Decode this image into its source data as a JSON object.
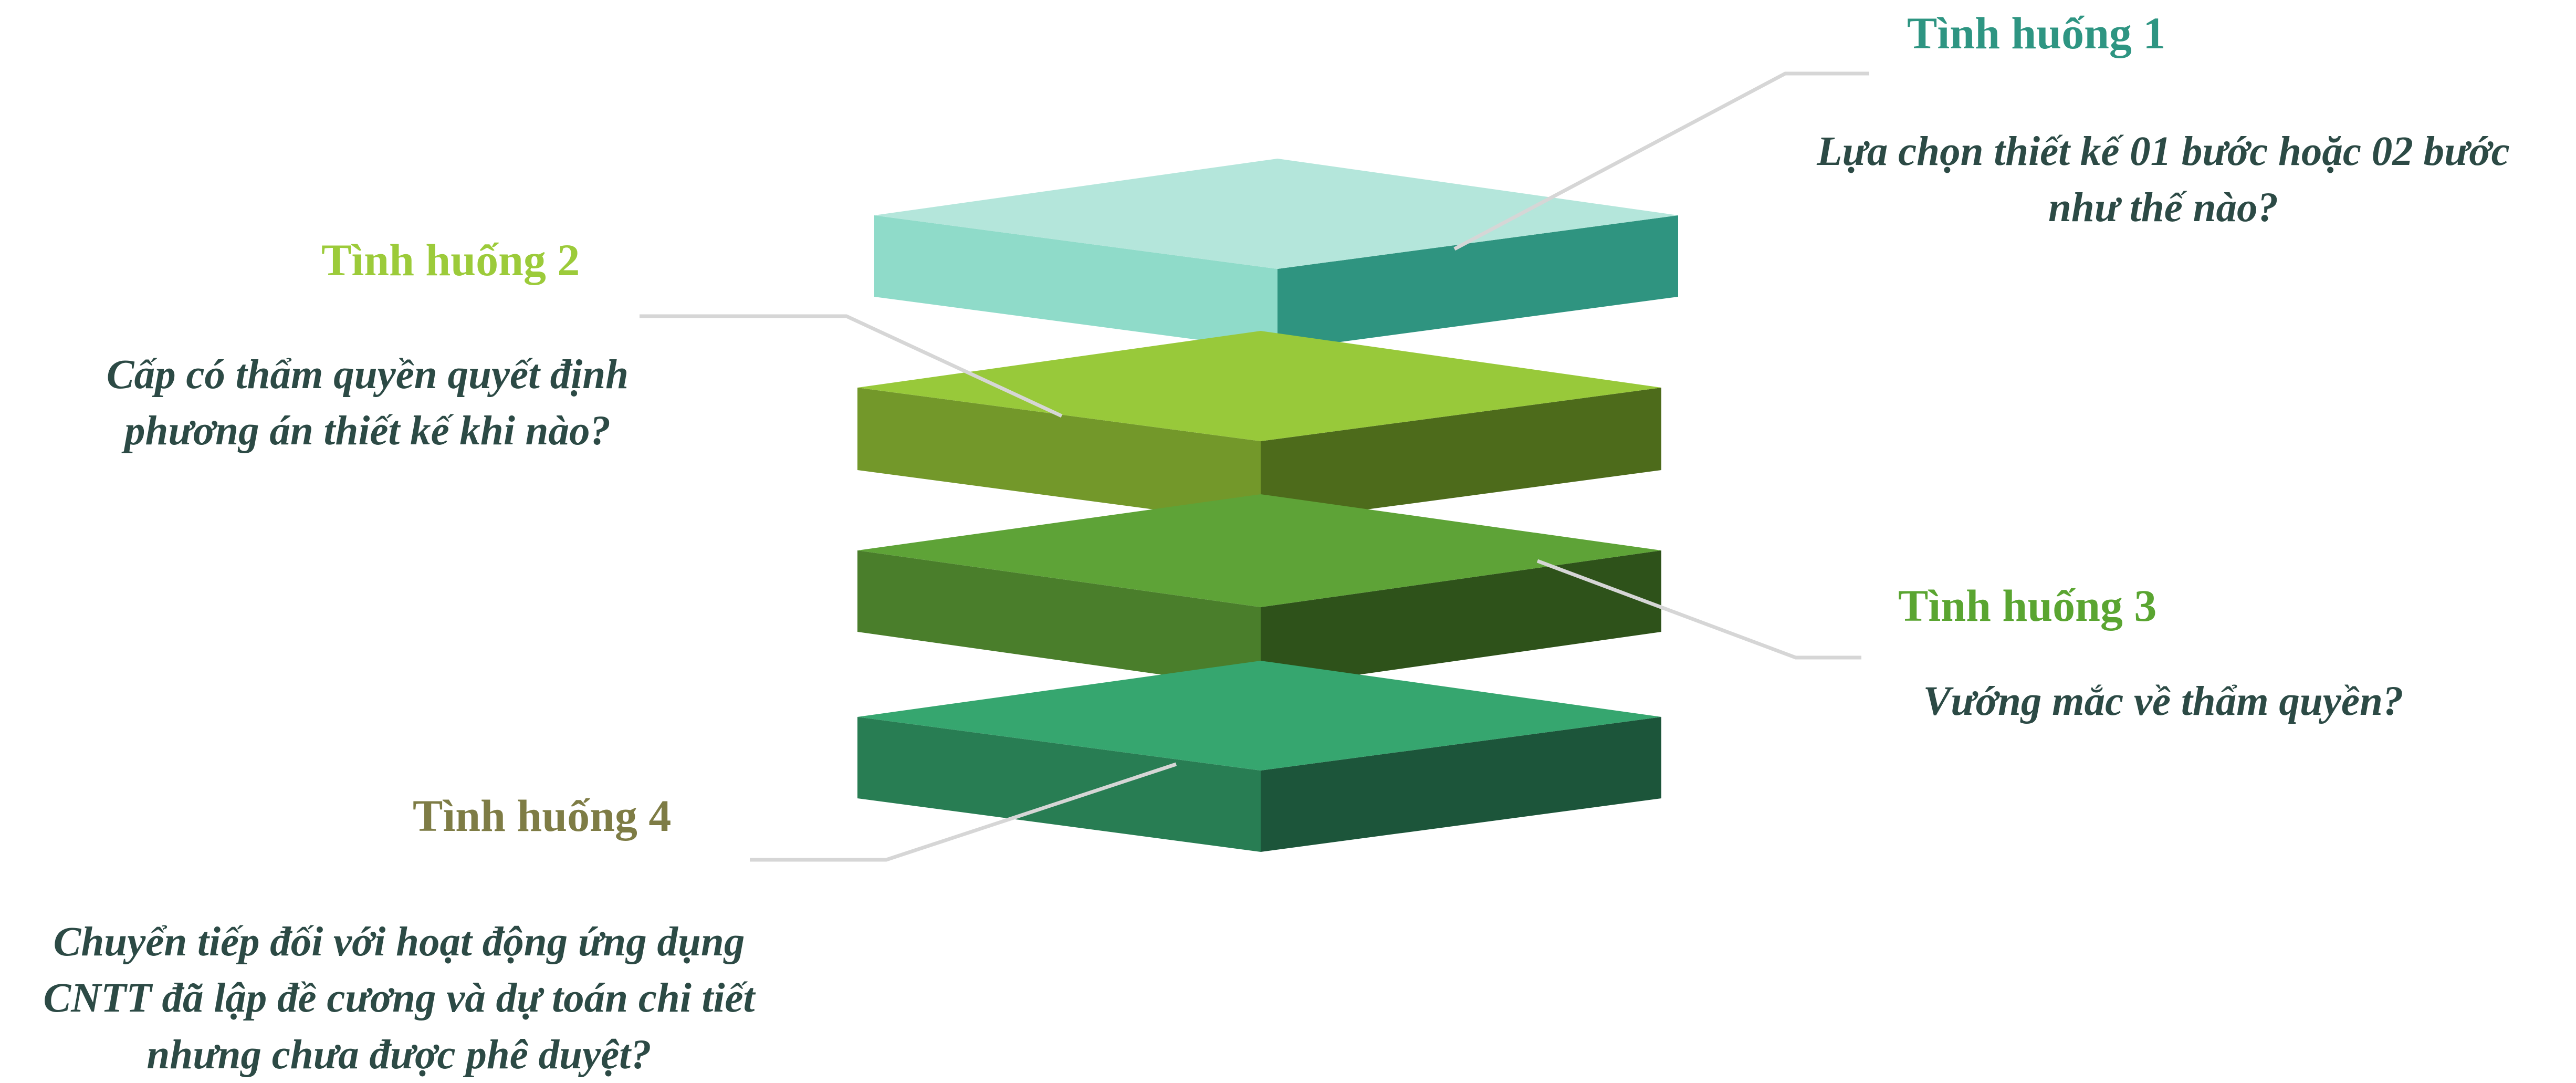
{
  "colors": {
    "connector": "#d6d6d6",
    "description_text": "#2c4a45"
  },
  "layers": [
    {
      "name": "Tình huống 1",
      "top": "#b4e6db",
      "left": "#8fdbc9",
      "right": "#2f9480"
    },
    {
      "name": "Tình huống 2",
      "top": "#98c93a",
      "left": "#73982a",
      "right": "#4d6b1b"
    },
    {
      "name": "Tình huống 3",
      "top": "#5ea337",
      "left": "#4a7e2b",
      "right": "#2e521a"
    },
    {
      "name": "Tình huống 4",
      "top": "#36a66f",
      "left": "#287d53",
      "right": "#1c553a"
    }
  ],
  "items": [
    {
      "title": "Tình huống 1",
      "title_color": "#2e9582",
      "lines": [
        "Lựa chọn thiết kế 01 bước hoặc 02 bước",
        "như thế nào?"
      ]
    },
    {
      "title": "Tình huống 2",
      "title_color": "#9ccb3a",
      "lines": [
        "Cấp có thẩm quyền quyết định",
        "phương án thiết kế khi nào?"
      ]
    },
    {
      "title": "Tình huống 3",
      "title_color": "#5aa531",
      "lines": [
        "Vướng mắc về thẩm quyền?"
      ]
    },
    {
      "title": "Tình huống 4",
      "title_color": "#7e7c45",
      "lines": [
        "Chuyển tiếp đối với hoạt động ứng dụng",
        "CNTT đã lập đề cương và dự toán chi tiết",
        "nhưng chưa được phê duyệt?"
      ]
    }
  ]
}
